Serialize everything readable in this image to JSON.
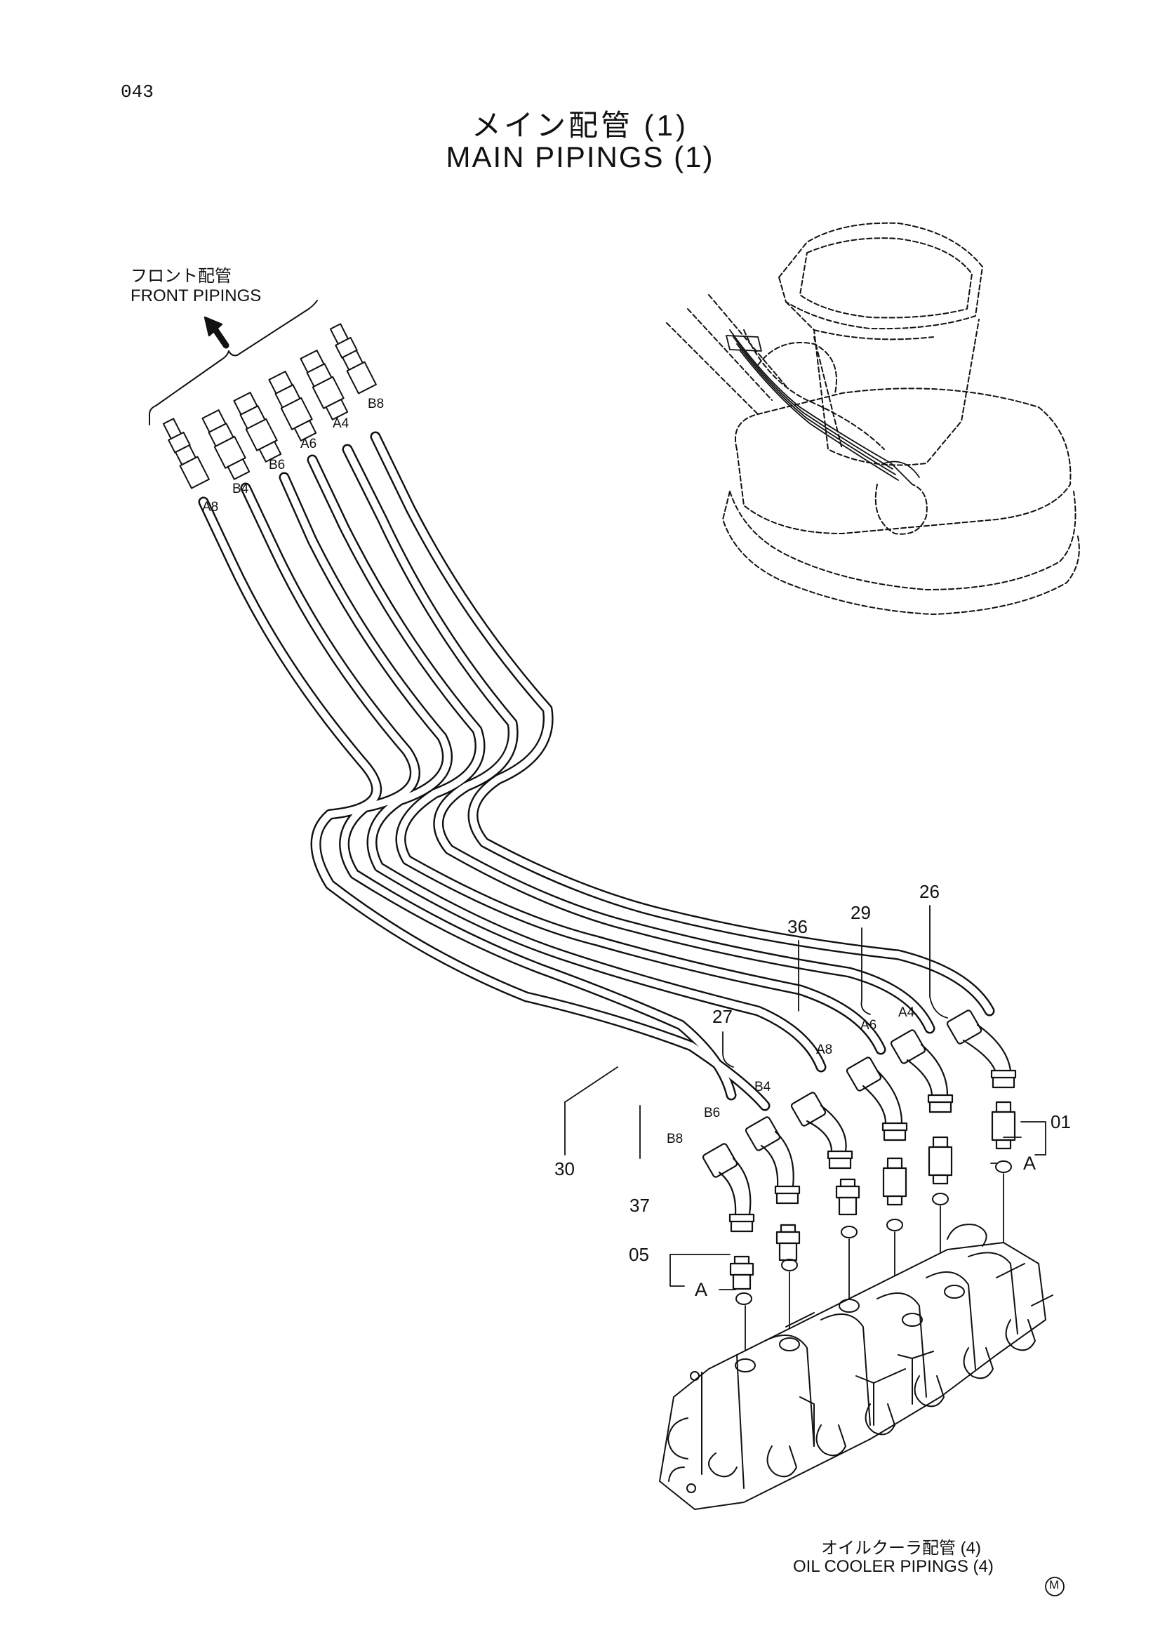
{
  "page_number": "043",
  "title": {
    "jp": "メイン配管 (1)",
    "en": "MAIN PIPINGS (1)"
  },
  "front_group": {
    "jp": "フロント配管",
    "en": "FRONT PIPINGS"
  },
  "oil_cooler": {
    "jp": "オイルクーラ配管 (4)",
    "en": "OIL COOLER PIPINGS (4)"
  },
  "front_tags": [
    "A8",
    "B4",
    "B6",
    "A6",
    "A4",
    "B8"
  ],
  "lower_tags": [
    "B8",
    "B6",
    "B4",
    "A8",
    "A6",
    "A4"
  ],
  "part_numbers": [
    "26",
    "29",
    "36",
    "27",
    "30",
    "37",
    "01",
    "05"
  ],
  "view_ref": "A",
  "mark": "M"
}
